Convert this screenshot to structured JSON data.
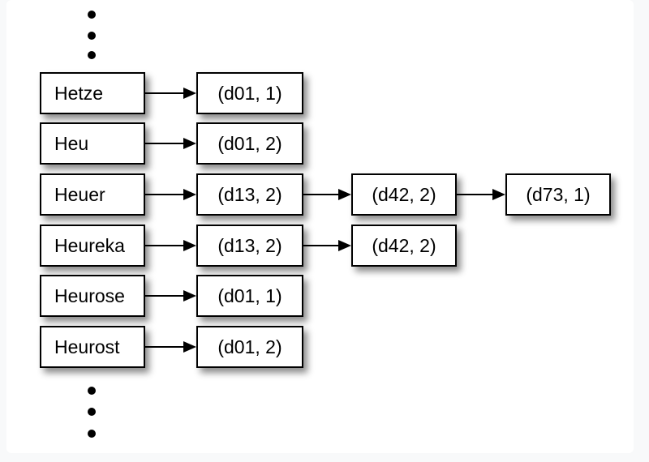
{
  "diagram": {
    "type": "inverted-index-postings",
    "rows": [
      {
        "term": "Hetze",
        "postings": [
          "(d01, 1)"
        ]
      },
      {
        "term": "Heu",
        "postings": [
          "(d01, 2)"
        ]
      },
      {
        "term": "Heuer",
        "postings": [
          "(d13, 2)",
          "(d42, 2)",
          "(d73, 1)"
        ]
      },
      {
        "term": "Heureka",
        "postings": [
          "(d13, 2)",
          "(d42, 2)"
        ]
      },
      {
        "term": "Heurose",
        "postings": [
          "(d01, 1)"
        ]
      },
      {
        "term": "Heurost",
        "postings": [
          "(d01, 2)"
        ]
      }
    ],
    "ellipsis": {
      "top_dot_count": 3,
      "bottom_dot_count": 3
    },
    "icons": {
      "arrow": "arrow-right-icon",
      "ellipsis_dot": "ellipsis-dot-icon"
    },
    "colors": {
      "page_background": "#f8f9fa",
      "canvas_background": "#ffffff",
      "box_fill": "#ffffff",
      "box_border": "#000000",
      "text": "#000000",
      "shadow": "rgba(0,0,0,0.45)"
    }
  }
}
